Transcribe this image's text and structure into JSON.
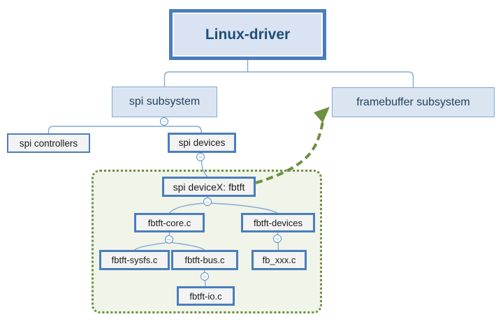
{
  "diagram": {
    "title": "Linux-driver",
    "background_color": "#ffffff",
    "colors": {
      "node_border_blue": "#4a7ebb",
      "root_fill": "#d9e3f1",
      "subsystem_fill": "#dbe5f1",
      "subsystem_border": "#7fa8d9",
      "leaf_fill": "#f3f3f3",
      "connector_blue": "#87a9d5",
      "root_text": "#1f4e79",
      "subsystem_text": "#24415f",
      "leaf_text": "#1a1a1a",
      "green_accent": "#6d9041",
      "group_fill": "#f0f4e9"
    },
    "icons": {
      "collapse": "−"
    },
    "nodes": {
      "root": {
        "label": "Linux-driver"
      },
      "spi_subsystem": {
        "label": "spi subsystem"
      },
      "framebuffer_subsystem": {
        "label": "framebuffer subsystem"
      },
      "spi_controllers": {
        "label": "spi controllers"
      },
      "spi_devices": {
        "label": "spi devices"
      },
      "spi_devicex": {
        "label": "spi deviceX: fbtft"
      },
      "fbtft_core": {
        "label": "fbtft-core.c"
      },
      "fbtft_devices": {
        "label": "fbtft-devices"
      },
      "fbtft_sysfs": {
        "label": "fbtft-sysfs.c"
      },
      "fbtft_bus": {
        "label": "fbtft-bus.c"
      },
      "fb_xxx": {
        "label": "fb_xxx.c"
      },
      "fbtft_io": {
        "label": "fbtft-io.c"
      }
    }
  }
}
